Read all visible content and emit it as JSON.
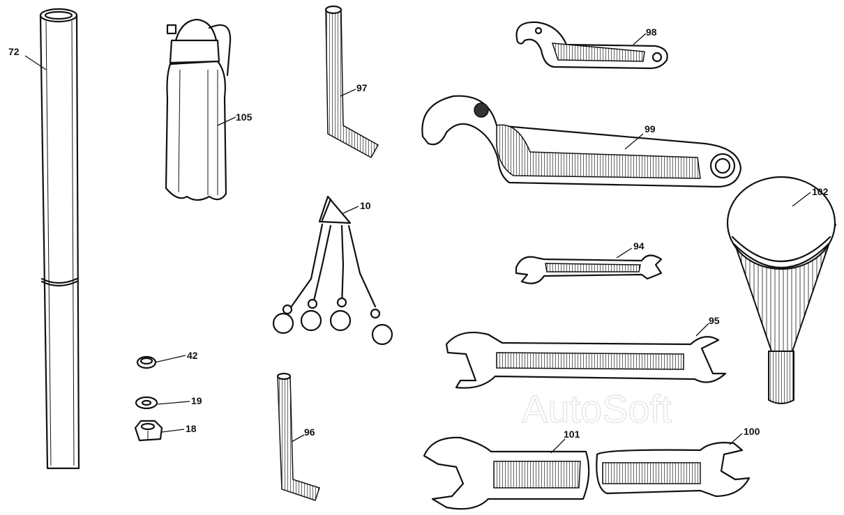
{
  "watermark": "AutoSoft",
  "parts": [
    {
      "id": "p72",
      "label": "72"
    },
    {
      "id": "p105",
      "label": "105"
    },
    {
      "id": "p97",
      "label": "97"
    },
    {
      "id": "p98",
      "label": "98"
    },
    {
      "id": "p99",
      "label": "99"
    },
    {
      "id": "p10",
      "label": "10"
    },
    {
      "id": "p102",
      "label": "102"
    },
    {
      "id": "p94",
      "label": "94"
    },
    {
      "id": "p95",
      "label": "95"
    },
    {
      "id": "p42",
      "label": "42"
    },
    {
      "id": "p19",
      "label": "19"
    },
    {
      "id": "p18",
      "label": "18"
    },
    {
      "id": "p96",
      "label": "96"
    },
    {
      "id": "p101",
      "label": "101"
    },
    {
      "id": "p100",
      "label": "100"
    }
  ]
}
